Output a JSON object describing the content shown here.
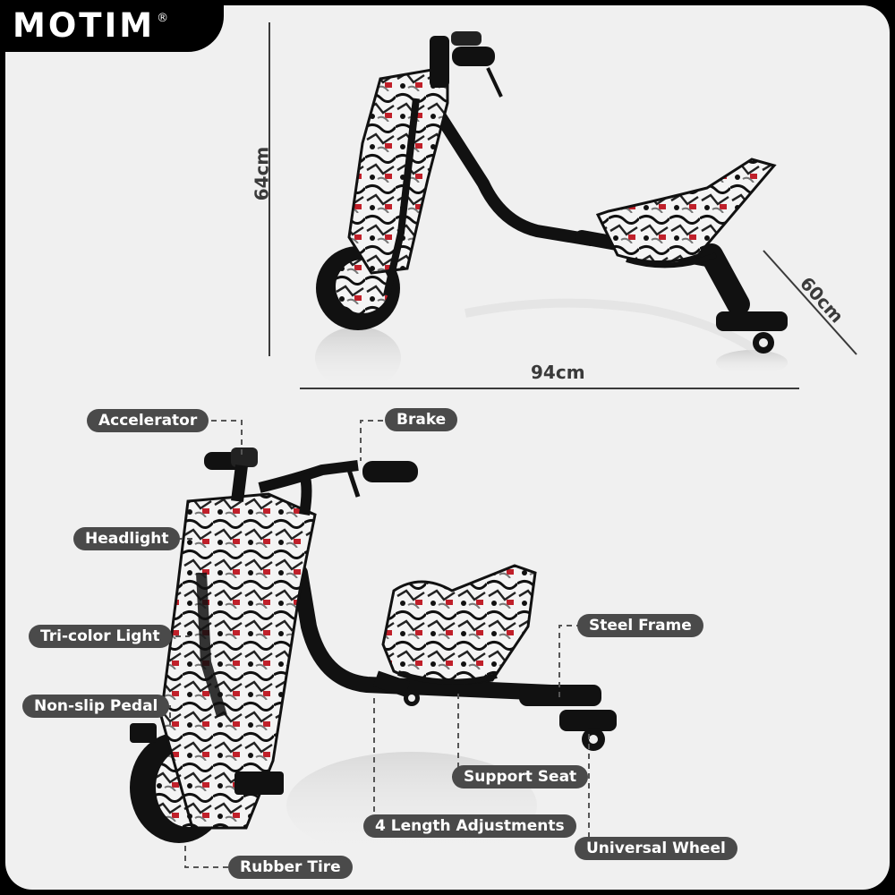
{
  "brand": {
    "name": "MOTIM",
    "mark": "®"
  },
  "dimensions": {
    "height": "64cm",
    "width": "60cm",
    "length": "94cm"
  },
  "features": {
    "accelerator": "Accelerator",
    "brake": "Brake",
    "headlight": "Headlight",
    "tricolor_light": "Tri-color Light",
    "nonslip_pedal": "Non-slip Pedal",
    "steel_frame": "Steel Frame",
    "support_seat": "Support Seat",
    "length_adjustments": "4 Length Adjustments",
    "universal_wheel": "Universal Wheel",
    "rubber_tire": "Rubber Tire"
  },
  "colors": {
    "label_bg": "#4a4a4a",
    "frame": "#111111",
    "accent_red": "#c0202a",
    "panel_bg": "#f0f0f0"
  }
}
